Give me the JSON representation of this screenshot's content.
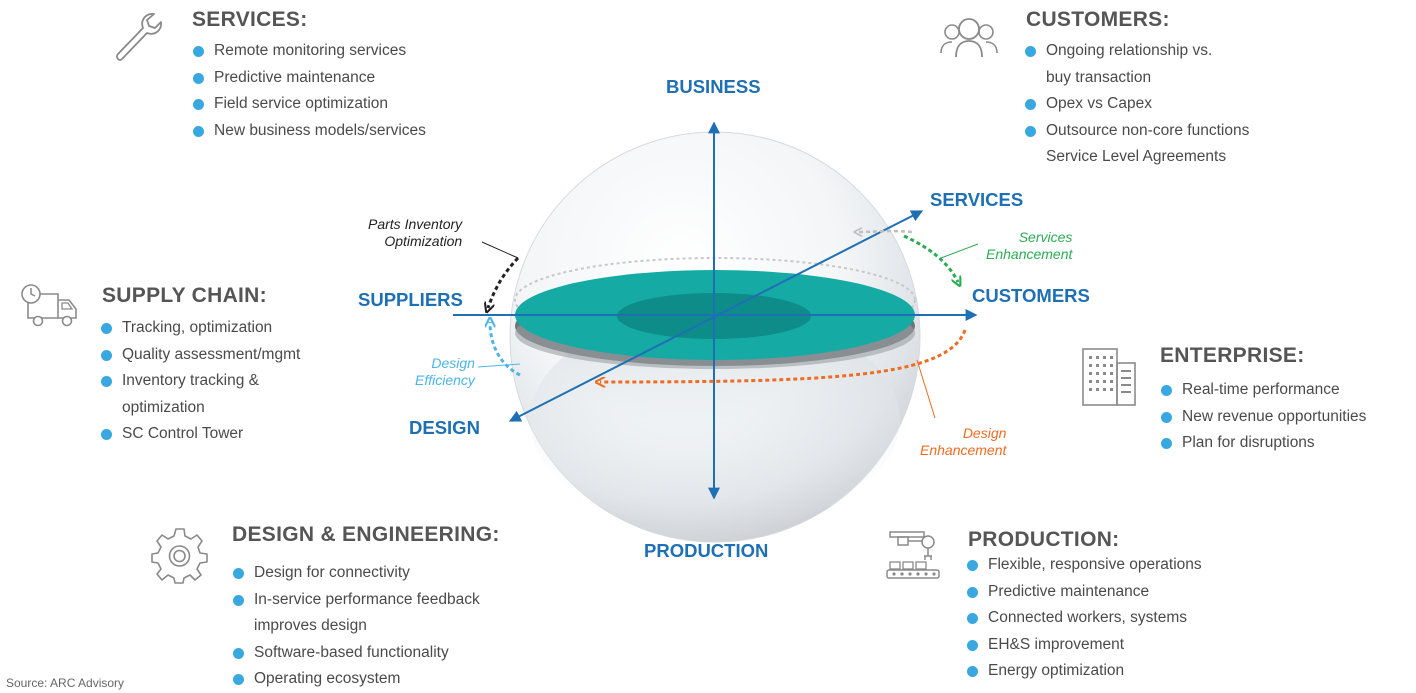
{
  "colors": {
    "accent_blue": "#1f6fb5",
    "bullet": "#3aa8e0",
    "disc_teal": "#16aaa5",
    "flow_green": "#2bab52",
    "flow_orange": "#ef6c23",
    "flow_lightblue": "#4cb5e6",
    "flow_black": "#222222",
    "flow_gray": "#bfbfbf"
  },
  "panels": {
    "services": {
      "title": "SERVICES:",
      "icon": "wrench-icon",
      "items": [
        "Remote monitoring services",
        "Predictive maintenance",
        "Field service optimization",
        "New business models/services"
      ]
    },
    "customers": {
      "title": "CUSTOMERS:",
      "icon": "people-group-icon",
      "items": [
        "Ongoing relationship  vs.",
        "buy transaction",
        "Opex vs Capex",
        "Outsource non-core functions",
        "Service Level Agreements"
      ]
    },
    "supply_chain": {
      "title": "SUPPLY CHAIN:",
      "icon": "delivery-truck-clock-icon",
      "items": [
        "Tracking, optimization",
        "Quality assessment/mgmt",
        "Inventory tracking &",
        "optimization",
        "SC Control Tower"
      ]
    },
    "enterprise": {
      "title": "ENTERPRISE:",
      "icon": "office-building-icon",
      "items": [
        "Real-time performance",
        "New revenue opportunities",
        "Plan for disruptions"
      ]
    },
    "design_engineering": {
      "title": "DESIGN & ENGINEERING:",
      "icon": "gear-icon",
      "items": [
        "Design for connectivity",
        "In-service performance feedback",
        "improves design",
        "Software-based functionality",
        "Operating ecosystem"
      ]
    },
    "production": {
      "title": "PRODUCTION:",
      "icon": "robot-arm-conveyor-icon",
      "items": [
        "Flexible, responsive operations",
        "Predictive maintenance",
        "Connected workers, systems",
        "EH&S improvement",
        "Energy optimization"
      ]
    }
  },
  "axes": {
    "business": "BUSINESS",
    "services": "SERVICES",
    "suppliers": "SUPPLIERS",
    "customers": "CUSTOMERS",
    "design": "DESIGN",
    "production": "PRODUCTION"
  },
  "flows": {
    "parts_inventory": [
      "Parts Inventory",
      "Optimization"
    ],
    "services_enhancement": [
      "Services",
      "Enhancement"
    ],
    "design_efficiency": [
      "Design",
      "Efficiency"
    ],
    "design_enhancement": [
      "Design",
      "Enhancement"
    ]
  },
  "source": "Source: ARC Advisory"
}
